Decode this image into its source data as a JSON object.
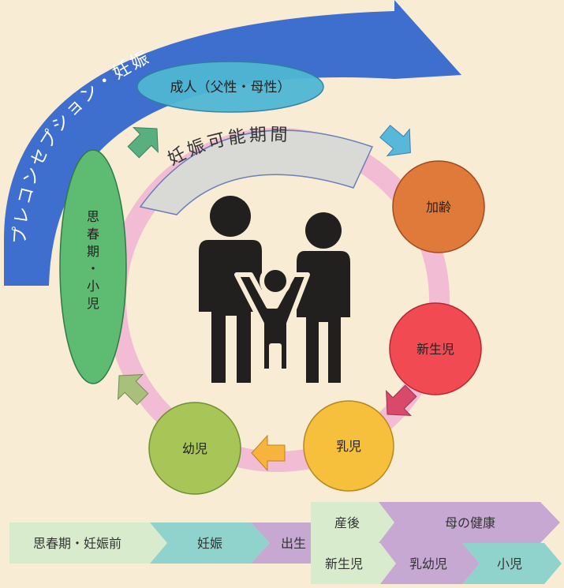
{
  "arc_banner": {
    "text": "プレコンセプション・妊娠",
    "color": "#3f6fce"
  },
  "fertile_period": {
    "text": "妊娠可能期間"
  },
  "cycle": {
    "ring_color": "#f2bcd4",
    "adult": {
      "label": "成人（父性・母性）",
      "color": "#4fb7d4"
    },
    "aging": {
      "label": "加齢",
      "color": "#e07a3a"
    },
    "newborn": {
      "label": "新生児",
      "color": "#f24a52"
    },
    "infant": {
      "label": "乳児",
      "color": "#f6bf3c"
    },
    "toddler": {
      "label": "幼児",
      "color": "#a8c657"
    },
    "adolescence": {
      "lines": [
        "思",
        "春",
        "期",
        "・",
        "小",
        "児"
      ],
      "color": "#5dbb72"
    }
  },
  "bands": {
    "pre_pregnancy": "思春期・妊娠前",
    "pregnancy": "妊娠",
    "birth": "出生",
    "postpartum": "産後",
    "maternal_health": "母の健康",
    "newborn": "新生児",
    "infant_toddler": "乳幼児",
    "child": "小児"
  }
}
